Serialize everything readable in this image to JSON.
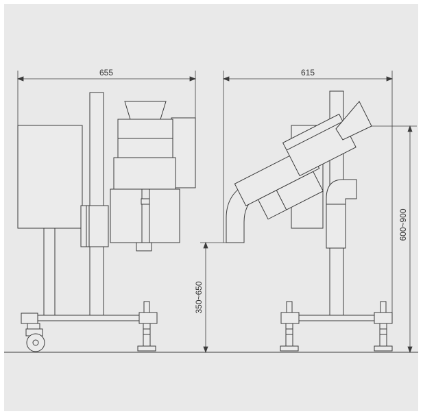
{
  "colors": {
    "background": "#e9e9e9",
    "machine_fill": "#ebebeb",
    "line": "#3a3a3a"
  },
  "dimensions": {
    "front_width": "655",
    "side_width": "615",
    "side_height": "600~900",
    "inlet_height": "350~650"
  }
}
